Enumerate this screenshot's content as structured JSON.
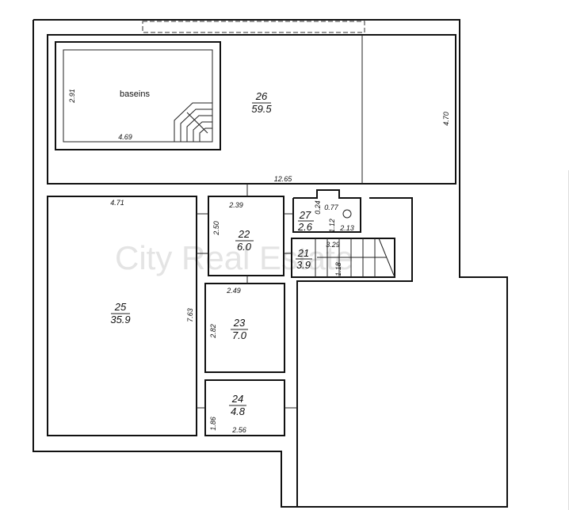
{
  "watermark": "City Real Estate",
  "pool": {
    "label": "baseins",
    "width": "4.69",
    "height": "2.91"
  },
  "rooms": [
    {
      "id": "26",
      "area": "59.5"
    },
    {
      "id": "25",
      "area": "35.9"
    },
    {
      "id": "22",
      "area": "6.0"
    },
    {
      "id": "27",
      "area": "2.6"
    },
    {
      "id": "21",
      "area": "3.9"
    },
    {
      "id": "23",
      "area": "7.0"
    },
    {
      "id": "24",
      "area": "4.8"
    }
  ],
  "dimensions": {
    "d26_width": "12.65",
    "d26_height": "4.70",
    "d25_width": "4.71",
    "d25_height": "7.63",
    "d22_width": "2.39",
    "d22_height": "2.50",
    "d22_bottom": "2.49",
    "d27_a": "0.24",
    "d27_b": "0.77",
    "d27_c": "1.12",
    "d27_d": "2.13",
    "d21_a": "3.29",
    "d21_b": "1.18",
    "d23_height": "2.82",
    "d24_height": "1.86",
    "d24_width": "2.56"
  }
}
